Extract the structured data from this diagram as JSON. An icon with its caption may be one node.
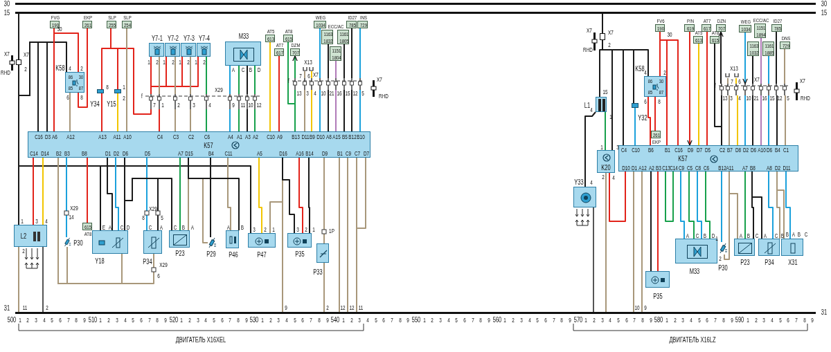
{
  "diagram": {
    "nodes": [
      {
        "text": [],
        "shape": "bar",
        "beside": [
          "30",
          "30"
        ]
      },
      {
        "text": [],
        "shape": "bar",
        "beside": [
          "15",
          "15"
        ]
      },
      {
        "text": [],
        "shape": "bar",
        "beside": [
          "31",
          "31"
        ]
      },
      {
        "text": [
          "X7",
          "X7",
          "2",
          "RHD"
        ]
      },
      {
        "text": [
          "FVG",
          "190"
        ]
      },
      {
        "text": [
          "EKP",
          "261"
        ]
      },
      {
        "text": [
          "SLP",
          "255"
        ]
      },
      {
        "text": [
          "SLP",
          "254"
        ]
      },
      {
        "text": [
          "K58",
          "4",
          "2",
          "86",
          "30",
          "85",
          "87",
          "6",
          "8"
        ]
      },
      {
        "text": [
          "8",
          "Y34"
        ]
      },
      {
        "text": [
          "1",
          "2",
          "Y15"
        ]
      },
      {
        "text": [
          "Y7-1",
          "1",
          "2"
        ]
      },
      {
        "text": [
          "Y7-2",
          "1",
          "2"
        ]
      },
      {
        "text": [
          "Y7-3",
          "1",
          "2"
        ]
      },
      {
        "text": [
          "Y7-4",
          "1",
          "2"
        ]
      },
      {
        "text": [
          "M33",
          "A",
          "C",
          "B",
          "D"
        ]
      },
      {
        "text": [
          "X29",
          "f",
          "7",
          "1",
          "2",
          "3",
          "4",
          "9",
          "11",
          "10",
          "12"
        ]
      },
      {
        "text": [
          "AT5",
          "613"
        ]
      },
      {
        "text": [
          "AT7",
          "617"
        ]
      },
      {
        "text": [
          "AT8",
          "615"
        ]
      },
      {
        "text": [
          "DZM",
          "707"
        ]
      },
      {
        "text": [
          "WEG",
          "1034"
        ]
      },
      {
        "text": [
          "ECC/AC",
          "1163",
          "1832"
        ]
      },
      {
        "text": [
          "1161",
          "1805"
        ]
      },
      {
        "text": [
          "1151",
          "1804"
        ]
      },
      {
        "text": [
          "ID27",
          "785"
        ]
      },
      {
        "text": [
          "INS",
          "729"
        ]
      },
      {
        "text": [
          "X13",
          "7",
          "6"
        ]
      },
      {
        "text": [
          "X7",
          "f",
          "13",
          "3",
          "4",
          "10",
          "21",
          "16",
          "15",
          "12",
          "5",
          "X7",
          "RHD"
        ]
      },
      {
        "text": [
          "C16",
          "D3",
          "A6",
          "A12",
          "A13",
          "A11",
          "A10",
          "C4",
          "C3",
          "C2",
          "C6",
          "A4",
          "A1",
          "A3",
          "A2",
          "C10",
          "A9",
          "B13",
          "D11",
          "B9",
          "D10",
          "A8",
          "A15",
          "B5",
          "B12",
          "B10",
          "K57",
          "C14",
          "D14",
          "B2",
          "B3",
          "B8",
          "D1",
          "D2",
          "D6",
          "D5",
          "A7",
          "D15",
          "B4",
          "C11",
          "A5",
          "D16",
          "A16",
          "B14",
          "D9",
          "B1",
          "C9",
          "C7",
          "D7"
        ]
      },
      {
        "text": [
          "1",
          "3",
          "4",
          "L2",
          "2"
        ]
      },
      {
        "text": [
          "X29",
          "14",
          "P30"
        ]
      },
      {
        "text": [
          "615",
          "AT8"
        ]
      },
      {
        "text": [
          "E",
          "A",
          "C",
          "D",
          "Y18"
        ]
      },
      {
        "text": [
          "X29",
          "8",
          "5",
          "C",
          "A",
          "P34",
          "X29",
          "6"
        ]
      },
      {
        "text": [
          "C",
          "B",
          "A",
          "P23"
        ]
      },
      {
        "text": [
          "P29"
        ]
      },
      {
        "text": [
          "A",
          "B",
          "P46"
        ]
      },
      {
        "text": [
          "3",
          "2",
          "1",
          "P47"
        ]
      },
      {
        "text": [
          "3",
          "2",
          "1",
          "P35"
        ]
      },
      {
        "text": [
          "1P",
          "P33"
        ]
      },
      {
        "text": [
          "X7",
          "X7",
          "2",
          "RHD"
        ]
      },
      {
        "text": [
          "15",
          "L1",
          "4",
          "1"
        ]
      },
      {
        "text": [
          "K58",
          "4",
          "2",
          "86",
          "30",
          "85",
          "87",
          "6",
          "8"
        ]
      },
      {
        "text": [
          "Y32"
        ]
      },
      {
        "text": [
          "FV6",
          "190"
        ]
      },
      {
        "text": [
          "261",
          "EKP"
        ]
      },
      {
        "text": [
          "P/N",
          "619"
        ]
      },
      {
        "text": [
          "AT5",
          "613"
        ]
      },
      {
        "text": [
          "AT7",
          "617"
        ]
      },
      {
        "text": [
          "AT8",
          "615"
        ]
      },
      {
        "text": [
          "DZN",
          "707"
        ]
      },
      {
        "text": [
          "WEG",
          "1034"
        ]
      },
      {
        "text": [
          "ECC/AC",
          "1151",
          "1894"
        ]
      },
      {
        "text": [
          "1163",
          "1032"
        ]
      },
      {
        "text": [
          "1161",
          "1885"
        ]
      },
      {
        "text": [
          "ID27",
          "785"
        ]
      },
      {
        "text": [
          "DNS",
          "729"
        ]
      },
      {
        "text": [
          "X13",
          "7",
          "6"
        ]
      },
      {
        "text": [
          "X7",
          "f",
          "13",
          "3",
          "4",
          "10",
          "21",
          "16",
          "15",
          "12",
          "5",
          "X7",
          "RHD"
        ]
      },
      {
        "text": [
          "C4",
          "C10",
          "B6",
          "B1",
          "C16",
          "D9",
          "D7",
          "D5",
          "C2",
          "B7",
          "D8",
          "D2",
          "D6",
          "A10",
          "D6",
          "B4",
          "C1",
          "K57",
          "D10",
          "D1",
          "A12",
          "A2",
          "B3",
          "C13",
          "C14",
          "C9",
          "C5",
          "C8",
          "C6",
          "B12",
          "A11",
          "A7",
          "B8",
          "A8",
          "D2",
          "D11"
        ]
      },
      {
        "text": [
          "1",
          "3",
          "K20",
          "2",
          "4"
        ]
      },
      {
        "text": [
          "Y33",
          "4"
        ]
      },
      {
        "text": [
          "P35"
        ]
      },
      {
        "text": [
          "A",
          "C",
          "B",
          "D",
          "M33"
        ]
      },
      {
        "text": [
          "1",
          "2",
          "P30"
        ]
      },
      {
        "text": [
          "A",
          "B",
          "C",
          "P23"
        ]
      },
      {
        "text": [
          "A",
          "C",
          "B",
          "P34"
        ]
      },
      {
        "text": [
          "B",
          "A",
          "B",
          "C",
          "X31"
        ]
      }
    ],
    "edges": [
      {
        "from": 1,
        "to": 3,
        "arrow": "none"
      },
      {
        "from": 3,
        "to": 30,
        "arrow": "none"
      },
      {
        "from": 3,
        "to": 29,
        "arrow": "none"
      },
      {
        "from": 3,
        "to": 29,
        "arrow": "none"
      },
      {
        "from": 3,
        "to": 8,
        "arrow": "none"
      },
      {
        "from": 3,
        "to": 33,
        "arrow": "none"
      },
      {
        "from": 3,
        "to": 38,
        "arrow": "none"
      },
      {
        "from": 4,
        "to": 29,
        "arrow": "none",
        "color": "#e2231a"
      },
      {
        "from": 4,
        "to": 8,
        "arrow": "none",
        "color": "#e2231a"
      },
      {
        "from": 5,
        "to": 8,
        "arrow": "none",
        "color": "#e2231a"
      },
      {
        "from": 8,
        "to": 29,
        "arrow": "none",
        "color": "#a8977a"
      },
      {
        "from": 6,
        "to": 9,
        "arrow": "none",
        "color": "#e2231a"
      },
      {
        "from": 6,
        "to": 10,
        "arrow": "none",
        "color": "#e2231a"
      },
      {
        "from": 6,
        "to": 16,
        "arrow": "none",
        "color": "#e2231a"
      },
      {
        "from": 9,
        "to": 29,
        "arrow": "none",
        "color": "#e2231a"
      },
      {
        "from": 10,
        "to": 29,
        "arrow": "none",
        "color": "#f2c500"
      },
      {
        "from": 7,
        "to": 29,
        "arrow": "none",
        "color": "#a8977a"
      },
      {
        "from": 11,
        "to": 16,
        "arrow": "none",
        "color": "#e2231a"
      },
      {
        "from": 12,
        "to": 16,
        "arrow": "none",
        "color": "#e2231a"
      },
      {
        "from": 13,
        "to": 16,
        "arrow": "none",
        "color": "#e2231a"
      },
      {
        "from": 14,
        "to": 16,
        "arrow": "none",
        "color": "#e2231a"
      },
      {
        "from": 11,
        "to": 16,
        "arrow": "none",
        "color": "#a8977a"
      },
      {
        "from": 12,
        "to": 16,
        "arrow": "none",
        "color": "#a8977a"
      },
      {
        "from": 13,
        "to": 16,
        "arrow": "none",
        "color": "#a8977a"
      },
      {
        "from": 14,
        "to": 16,
        "arrow": "none",
        "color": "#17a04b"
      },
      {
        "from": 16,
        "to": 29,
        "arrow": "none",
        "color": "#e2231a"
      },
      {
        "from": 16,
        "to": 29,
        "arrow": "none",
        "color": "#a8977a"
      },
      {
        "from": 16,
        "to": 29,
        "arrow": "none",
        "color": "#a8977a"
      },
      {
        "from": 16,
        "to": 29,
        "arrow": "none",
        "color": "#17a04b"
      },
      {
        "from": 15,
        "to": 16,
        "arrow": "none",
        "color": "#1ba1dc"
      },
      {
        "from": 15,
        "to": 16,
        "arrow": "none",
        "color": "#17a04b"
      },
      {
        "from": 15,
        "to": 16,
        "arrow": "none"
      },
      {
        "from": 15,
        "to": 16,
        "arrow": "none",
        "color": "#17a04b"
      },
      {
        "from": 16,
        "to": 29,
        "arrow": "none",
        "color": "#1ba1dc"
      },
      {
        "from": 16,
        "to": 29,
        "arrow": "none",
        "color": "#17a04b"
      },
      {
        "from": 16,
        "to": 29,
        "arrow": "none"
      },
      {
        "from": 16,
        "to": 29,
        "arrow": "none",
        "color": "#17a04b"
      },
      {
        "from": 17,
        "to": 29,
        "arrow": "none",
        "color": "#f2c500"
      },
      {
        "from": 18,
        "to": 29,
        "arrow": "none",
        "color": "#e2231a"
      },
      {
        "from": 19,
        "to": 29,
        "arrow": "none",
        "color": "#17a04b"
      },
      {
        "from": 28,
        "to": 20,
        "arrow": "to",
        "color": "#17a04b"
      },
      {
        "from": 27,
        "to": 28,
        "arrow": "none",
        "color": "#a8977a"
      },
      {
        "from": 27,
        "to": 28,
        "arrow": "none",
        "color": "#f2c500"
      },
      {
        "from": 21,
        "to": 28,
        "arrow": "none",
        "color": "#1ba1dc"
      },
      {
        "from": 22,
        "to": 28,
        "arrow": "none"
      },
      {
        "from": 24,
        "to": 28,
        "arrow": "none",
        "color": "#b07ab8"
      },
      {
        "from": 23,
        "to": 28,
        "arrow": "none"
      },
      {
        "from": 25,
        "to": 28,
        "arrow": "none"
      },
      {
        "from": 26,
        "to": 28,
        "arrow": "none",
        "color": "#1ba1dc"
      },
      {
        "from": 28,
        "to": 29,
        "arrow": "none",
        "color": "#17a04b"
      },
      {
        "from": 28,
        "to": 29,
        "arrow": "none",
        "color": "#a8977a"
      },
      {
        "from": 28,
        "to": 29,
        "arrow": "none",
        "color": "#f2c500"
      },
      {
        "from": 28,
        "to": 29,
        "arrow": "none",
        "color": "#1ba1dc"
      },
      {
        "from": 28,
        "to": 29,
        "arrow": "none"
      },
      {
        "from": 28,
        "to": 29,
        "arrow": "none",
        "color": "#b07ab8"
      },
      {
        "from": 28,
        "to": 29,
        "arrow": "none"
      },
      {
        "from": 28,
        "to": 29,
        "arrow": "none"
      },
      {
        "from": 28,
        "to": 29,
        "arrow": "none",
        "color": "#1ba1dc"
      },
      {
        "from": 29,
        "to": 30,
        "arrow": "none",
        "color": "#e2231a"
      },
      {
        "from": 29,
        "to": 30,
        "arrow": "none",
        "color": "#f2c500"
      },
      {
        "from": 29,
        "to": 31,
        "arrow": "none",
        "color": "#a8977a"
      },
      {
        "from": 29,
        "to": 33,
        "arrow": "none",
        "color": "#a8977a"
      },
      {
        "from": 29,
        "to": 34,
        "arrow": "none",
        "color": "#a8977a"
      },
      {
        "from": 29,
        "to": 31,
        "arrow": "none",
        "color": "#1ba1dc"
      },
      {
        "from": 29,
        "to": 32,
        "arrow": "none",
        "color": "#e2231a"
      },
      {
        "from": 29,
        "to": 33,
        "arrow": "none"
      },
      {
        "from": 29,
        "to": 33,
        "arrow": "none",
        "color": "#1ba1dc"
      },
      {
        "from": 29,
        "to": 33,
        "arrow": "none"
      },
      {
        "from": 29,
        "to": 35,
        "arrow": "none"
      },
      {
        "from": 29,
        "to": 34,
        "arrow": "none",
        "color": "#1ba1dc"
      },
      {
        "from": 29,
        "to": 34,
        "arrow": "none"
      },
      {
        "from": 29,
        "to": 35,
        "arrow": "none",
        "color": "#17a04b"
      },
      {
        "from": 29,
        "to": 35,
        "arrow": "none",
        "color": "#a8977a"
      },
      {
        "from": 29,
        "to": 36,
        "arrow": "none"
      },
      {
        "from": 29,
        "to": 36,
        "arrow": "none",
        "color": "#a8977a"
      },
      {
        "from": 29,
        "to": 37,
        "arrow": "none",
        "color": "#a8977a"
      },
      {
        "from": 29,
        "to": 37,
        "arrow": "none"
      },
      {
        "from": 29,
        "to": 38,
        "arrow": "none",
        "color": "#f2c500"
      },
      {
        "from": 29,
        "to": 38,
        "arrow": "none",
        "color": "#a8977a"
      },
      {
        "from": 29,
        "to": 2,
        "arrow": "none",
        "color": "#a8977a"
      },
      {
        "from": 29,
        "to": 39,
        "arrow": "none",
        "color": "#e2231a"
      },
      {
        "from": 29,
        "to": 39,
        "arrow": "none"
      },
      {
        "from": 39,
        "to": 29,
        "arrow": "none"
      },
      {
        "from": 29,
        "to": 40,
        "arrow": "none",
        "color": "#a8977a"
      },
      {
        "from": 40,
        "to": 2,
        "arrow": "none",
        "color": "#a8977a"
      },
      {
        "from": 29,
        "to": 2,
        "arrow": "none",
        "color": "#a8977a"
      },
      {
        "from": 29,
        "to": 2,
        "arrow": "none",
        "color": "#a8977a"
      },
      {
        "from": 29,
        "to": 2,
        "arrow": "none",
        "color": "#a8977a"
      },
      {
        "from": 29,
        "to": 2,
        "arrow": "none",
        "color": "#a8977a"
      },
      {
        "from": 30,
        "to": 2,
        "arrow": "none",
        "color": "#a8977a"
      },
      {
        "from": 1,
        "to": 41,
        "arrow": "none"
      },
      {
        "from": 41,
        "to": 42,
        "arrow": "none"
      },
      {
        "from": 41,
        "to": 61,
        "arrow": "none"
      },
      {
        "from": 41,
        "to": 60,
        "arrow": "none"
      },
      {
        "from": 41,
        "to": 44,
        "arrow": "none"
      },
      {
        "from": 44,
        "to": 60,
        "arrow": "none",
        "color": "#1ba1dc"
      },
      {
        "from": 41,
        "to": 43,
        "arrow": "none"
      },
      {
        "from": 42,
        "to": 62,
        "arrow": "none"
      },
      {
        "from": 42,
        "to": 61,
        "arrow": "none",
        "color": "#17a04b"
      },
      {
        "from": 45,
        "to": 43,
        "arrow": "none",
        "color": "#e2231a"
      },
      {
        "from": 45,
        "to": 60,
        "arrow": "none",
        "color": "#e2231a"
      },
      {
        "from": 45,
        "to": 60,
        "arrow": "none",
        "color": "#e2231a"
      },
      {
        "from": 43,
        "to": 46,
        "arrow": "none",
        "color": "#e2231a"
      },
      {
        "from": 43,
        "to": 60,
        "arrow": "none",
        "color": "#e2231a"
      },
      {
        "from": 47,
        "to": 60,
        "arrow": "to",
        "color": "#e2231a"
      },
      {
        "from": 48,
        "to": 60,
        "arrow": "none",
        "color": "#f2c500"
      },
      {
        "from": 49,
        "to": 60,
        "arrow": "none",
        "color": "#e2231a"
      },
      {
        "from": 50,
        "to": 60,
        "arrow": "none"
      },
      {
        "from": 59,
        "to": 51,
        "arrow": "to"
      },
      {
        "from": 59,
        "to": 60,
        "arrow": "none"
      },
      {
        "from": 58,
        "to": 59,
        "arrow": "none",
        "color": "#a8977a"
      },
      {
        "from": 58,
        "to": 59,
        "arrow": "none",
        "color": "#f2c500"
      },
      {
        "from": 52,
        "to": 59,
        "arrow": "to",
        "color": "#1ba1dc"
      },
      {
        "from": 54,
        "to": 59,
        "arrow": "none"
      },
      {
        "from": 53,
        "to": 59,
        "arrow": "none",
        "color": "#b07ab8"
      },
      {
        "from": 55,
        "to": 59,
        "arrow": "none",
        "color": "#1ba1dc"
      },
      {
        "from": 56,
        "to": 59,
        "arrow": "none"
      },
      {
        "from": 57,
        "to": 59,
        "arrow": "none",
        "color": "#a8977a"
      },
      {
        "from": 59,
        "to": 60,
        "arrow": "none",
        "color": "#a8977a"
      },
      {
        "from": 59,
        "to": 60,
        "arrow": "none",
        "color": "#f2c500"
      },
      {
        "from": 59,
        "to": 60,
        "arrow": "none",
        "color": "#1ba1dc"
      },
      {
        "from": 59,
        "to": 60,
        "arrow": "none"
      },
      {
        "from": 59,
        "to": 60,
        "arrow": "none",
        "color": "#b07ab8"
      },
      {
        "from": 59,
        "to": 60,
        "arrow": "none",
        "color": "#1ba1dc"
      },
      {
        "from": 59,
        "to": 60,
        "arrow": "none"
      },
      {
        "from": 59,
        "to": 60,
        "arrow": "none",
        "color": "#a8977a"
      },
      {
        "from": 61,
        "to": 2,
        "arrow": "none",
        "color": "#a8977a"
      },
      {
        "from": 61,
        "to": 60,
        "arrow": "none",
        "color": "#e2231a"
      },
      {
        "from": 60,
        "to": 2,
        "arrow": "none",
        "color": "#a8977a"
      },
      {
        "from": 60,
        "to": 2,
        "arrow": "none",
        "color": "#a8977a"
      },
      {
        "from": 60,
        "to": 63,
        "arrow": "none"
      },
      {
        "from": 60,
        "to": 63,
        "arrow": "none",
        "color": "#e2231a"
      },
      {
        "from": 60,
        "to": 60,
        "arrow": "none",
        "color": "#17a04b"
      },
      {
        "from": 60,
        "to": 64,
        "arrow": "none",
        "color": "#1ba1dc"
      },
      {
        "from": 60,
        "to": 64,
        "arrow": "none",
        "color": "#17a04b"
      },
      {
        "from": 60,
        "to": 64,
        "arrow": "none",
        "color": "#1ba1dc"
      },
      {
        "from": 60,
        "to": 64,
        "arrow": "none",
        "color": "#17a04b"
      },
      {
        "from": 60,
        "to": 65,
        "arrow": "none",
        "color": "#1ba1dc"
      },
      {
        "from": 60,
        "to": 65,
        "arrow": "none",
        "color": "#a8977a"
      },
      {
        "from": 60,
        "to": 66,
        "arrow": "none",
        "color": "#a8977a"
      },
      {
        "from": 60,
        "to": 66,
        "arrow": "none",
        "color": "#17a04b"
      },
      {
        "from": 60,
        "to": 67,
        "arrow": "none"
      },
      {
        "from": 60,
        "to": 66,
        "arrow": "none"
      },
      {
        "from": 60,
        "to": 67,
        "arrow": "none",
        "color": "#1ba1dc"
      },
      {
        "from": 60,
        "to": 67,
        "arrow": "none",
        "color": "#a8977a"
      },
      {
        "from": 60,
        "to": 68,
        "arrow": "none",
        "color": "#a8977a"
      },
      {
        "from": 60,
        "to": 68,
        "arrow": "none",
        "color": "#1ba1dc"
      },
      {
        "from": 30,
        "to": 2,
        "arrow": "none",
        "color": "#555555"
      },
      {
        "from": 62,
        "to": 2,
        "arrow": "none",
        "color": "#555555"
      }
    ],
    "labels": [
      "30",
      "30",
      "11",
      "2",
      "9",
      "2",
      "12",
      "12",
      "11",
      "10",
      "9",
      "500",
      "1",
      "2",
      "3",
      "4",
      "5",
      "6",
      "7",
      "8",
      "9",
      "510",
      "1",
      "2",
      "3",
      "4",
      "5",
      "6",
      "7",
      "8",
      "9",
      "520",
      "1",
      "2",
      "3",
      "4",
      "5",
      "6",
      "7",
      "8",
      "9",
      "530",
      "1",
      "2",
      "3",
      "4",
      "5",
      "6",
      "7",
      "8",
      "9",
      "540",
      "1",
      "2",
      "3",
      "4",
      "5",
      "6",
      "7",
      "8",
      "9",
      "550",
      "1",
      "2",
      "3",
      "4",
      "5",
      "6",
      "7",
      "8",
      "9",
      "560",
      "1",
      "2",
      "3",
      "4",
      "5",
      "6",
      "7",
      "8",
      "9",
      "570",
      "1",
      "2",
      "3",
      "4",
      "5",
      "6",
      "7",
      "8",
      "9",
      "580",
      "1",
      "2",
      "3",
      "4",
      "5",
      "6",
      "7",
      "8",
      "9",
      "590",
      "1",
      "2",
      "3",
      "4",
      "5",
      "6",
      "7",
      "8",
      "9",
      "ДВИГАТЕЛЬ X16XEL",
      "ДВИГАТЕЛЬ X16LZ"
    ]
  }
}
